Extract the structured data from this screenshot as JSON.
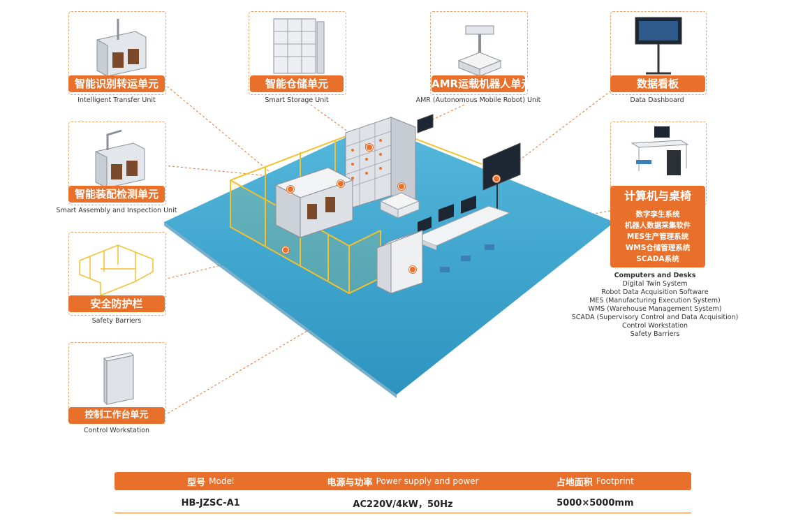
{
  "units": {
    "transfer": {
      "cn": "智能识别转运单元",
      "en": "Intelligent Transfer Unit"
    },
    "storage": {
      "cn": "智能仓储单元",
      "en": "Smart Storage Unit"
    },
    "amr": {
      "cn": "AMR运载机器人单元",
      "en": "AMR (Autonomous Mobile Robot) Unit"
    },
    "dashboard": {
      "cn": "数据看板",
      "en": "Data Dashboard"
    },
    "assembly": {
      "cn": "智能装配检测单元",
      "en": "Smart Assembly and Inspection Unit"
    },
    "barriers": {
      "cn": "安全防护栏",
      "en": "Safety Barriers"
    },
    "workstation": {
      "cn": "控制工作台单元",
      "en": "Control Workstation"
    },
    "computers": {
      "cn": "计算机与桌椅",
      "cn_items": [
        "数字孪生系统",
        "机器人数据采集软件",
        "MES生产管理系统",
        "WMS仓储管理系统",
        "SCADA系统"
      ],
      "en_title": "Computers and Desks",
      "en_items": [
        "Digital Twin System",
        "Robot Data Acquisition Software",
        "MES (Manufacturing Execution System)",
        "WMS (Warehouse Management System)",
        "SCADA (Supervisory Control and Data Acquisition)",
        "Control Workstation",
        "Safety Barriers"
      ]
    }
  },
  "specs": {
    "headers": [
      {
        "cn": "型号",
        "en": "Model"
      },
      {
        "cn": "电源与功率",
        "en": "Power supply and power"
      },
      {
        "cn": "占地面积",
        "en": "Footprint"
      }
    ],
    "values": [
      "HB-JZSC-A1",
      "AC220V/4kW，50Hz",
      "5000×5000mm"
    ]
  },
  "colors": {
    "accent": "#e8702a",
    "floor": "#3fa7cf",
    "barrier": "#f2c12e"
  }
}
